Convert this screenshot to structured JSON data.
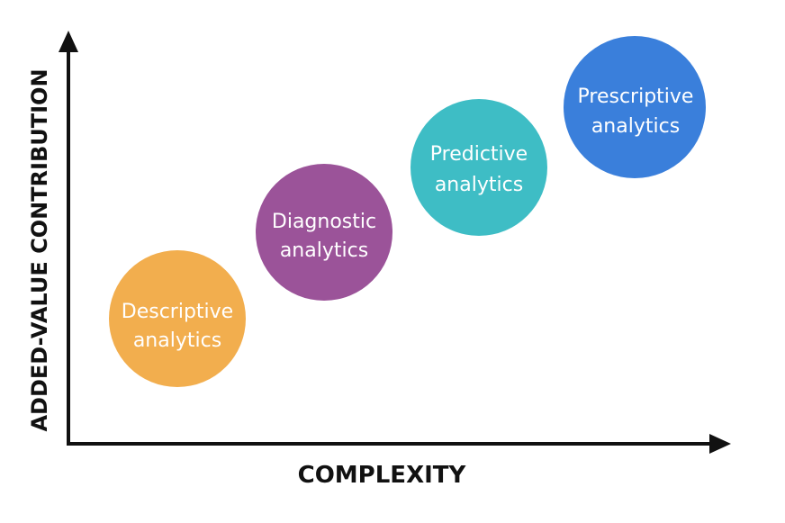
{
  "axes": {
    "x_label": "COMPLEXITY",
    "y_label": "ADDED-VALUE CONTRIBUTION",
    "color": "#111111"
  },
  "stages": [
    {
      "line1": "Descriptive",
      "line2": "analytics",
      "color": "#F2AE4E"
    },
    {
      "line1": "Diagnostic",
      "line2": "analytics",
      "color": "#9B5399"
    },
    {
      "line1": "Predictive",
      "line2": "analytics",
      "color": "#3EBDC5"
    },
    {
      "line1": "Prescriptive",
      "line2": "analytics",
      "color": "#3A7FDB"
    }
  ]
}
